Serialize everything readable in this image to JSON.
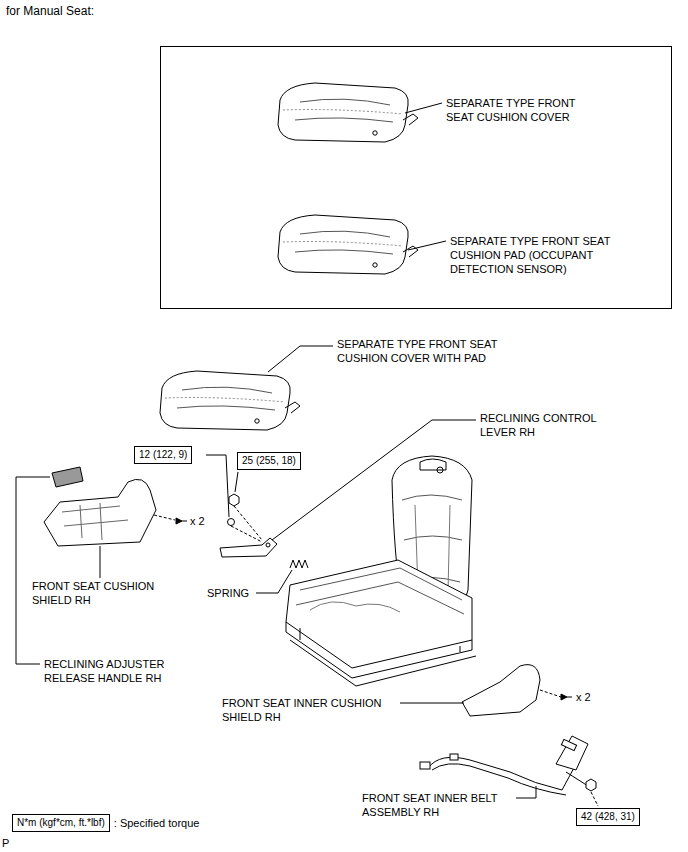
{
  "diagram": {
    "title": "for Manual Seat:",
    "nodes": [
      {
        "text": [
          "12 (122, 9)"
        ]
      },
      {
        "text": [
          "25 (255, 18)"
        ]
      },
      {
        "text": [
          "42 (428, 31)"
        ]
      },
      {
        "text": [
          "N*m (kgf*cm, ft.*lbf)"
        ]
      }
    ],
    "labels": [
      "SEPARATE TYPE FRONT SEAT CUSHION COVER",
      "SEPARATE TYPE FRONT SEAT CUSHION PAD (OCCUPANT DETECTION SENSOR)",
      "SEPARATE TYPE FRONT SEAT CUSHION COVER WITH PAD",
      "RECLINING CONTROL LEVER RH",
      "x 2",
      "FRONT SEAT CUSHION SHIELD RH",
      "SPRING",
      "RECLINING ADJUSTER RELEASE HANDLE RH",
      "FRONT SEAT INNER CUSHION SHIELD RH",
      "x 2",
      "FRONT SEAT INNER BELT ASSEMBLY RH",
      ": Specified torque",
      "P"
    ]
  }
}
